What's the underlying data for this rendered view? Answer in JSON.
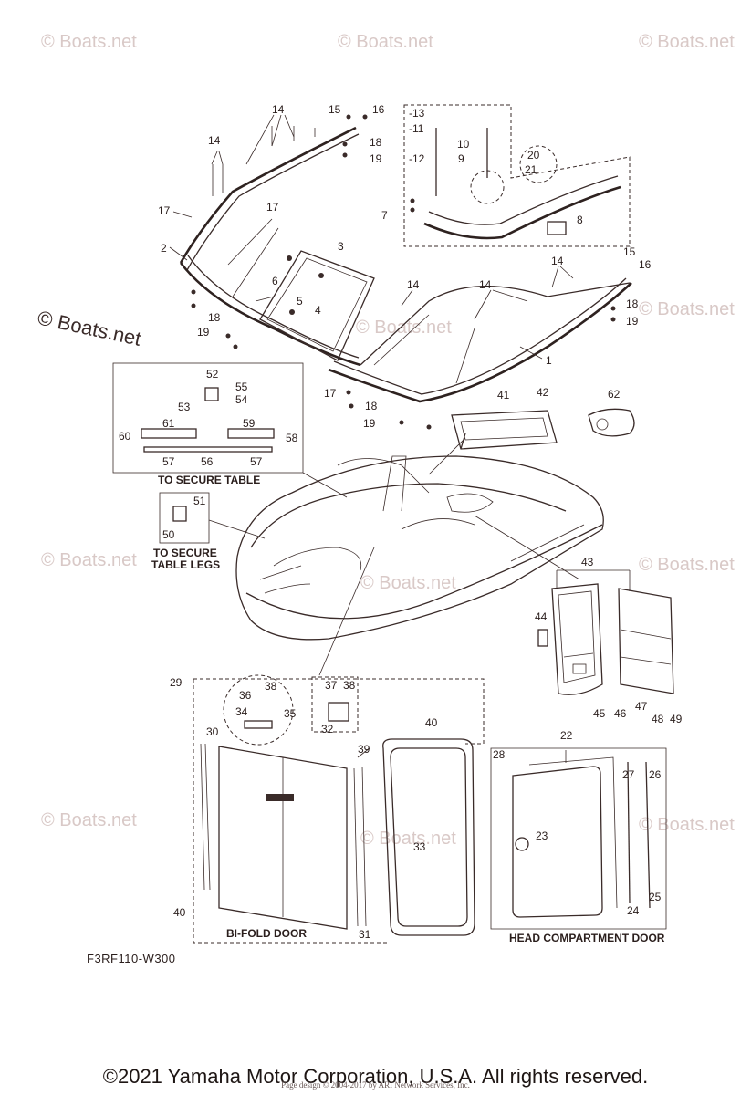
{
  "watermark": "© Boats.net",
  "diagram_code": "F3RF110-W300",
  "copyright": "©2021 Yamaha Motor Corporation, U.S.A. All rights reserved.",
  "page_design": "Page design © 2004-2017 by ARI Network Services, Inc.",
  "captions": {
    "secure_table": "TO SECURE TABLE",
    "secure_table_legs_1": "TO SECURE",
    "secure_table_legs_2": "TABLE LEGS",
    "bi_fold_door": "BI-FOLD DOOR",
    "head_compartment_door": "HEAD COMPARTMENT DOOR"
  },
  "part_numbers": {
    "p1": "1",
    "p2": "2",
    "p3": "3",
    "p4": "4",
    "p5": "5",
    "p6": "6",
    "p7": "7",
    "p8": "8",
    "p9": "9",
    "p10": "10",
    "p11": "-11",
    "p12": "-12",
    "p13": "-13",
    "p14a": "14",
    "p14b": "14",
    "p14c": "14",
    "p14d": "14",
    "p14e": "14",
    "p15a": "15",
    "p15b": "15",
    "p16a": "16",
    "p16b": "16",
    "p17a": "17",
    "p17b": "17",
    "p17c": "17",
    "p18a": "18",
    "p18b": "18",
    "p18c": "18",
    "p18d": "18",
    "p19a": "19",
    "p19b": "19",
    "p19c": "19",
    "p19d": "19",
    "p20": "20",
    "p21": "21",
    "p22": "22",
    "p23": "23",
    "p24": "24",
    "p25": "25",
    "p26": "26",
    "p27": "27",
    "p28": "28",
    "p29": "29",
    "p30": "30",
    "p31": "31",
    "p32": "32",
    "p33": "33",
    "p34": "34",
    "p35": "35",
    "p36": "36",
    "p37": "37",
    "p38a": "38",
    "p38b": "38",
    "p39": "39",
    "p40a": "40",
    "p40b": "40",
    "p41": "41",
    "p42": "42",
    "p43": "43",
    "p44": "44",
    "p45": "45",
    "p46": "46",
    "p47": "47",
    "p48": "48",
    "p49": "49",
    "p50": "50",
    "p51": "51",
    "p52": "52",
    "p53": "53",
    "p54": "54",
    "p55": "55",
    "p56": "56",
    "p57a": "57",
    "p57b": "57",
    "p58": "58",
    "p59": "59",
    "p60": "60",
    "p61": "61",
    "p62": "62"
  }
}
